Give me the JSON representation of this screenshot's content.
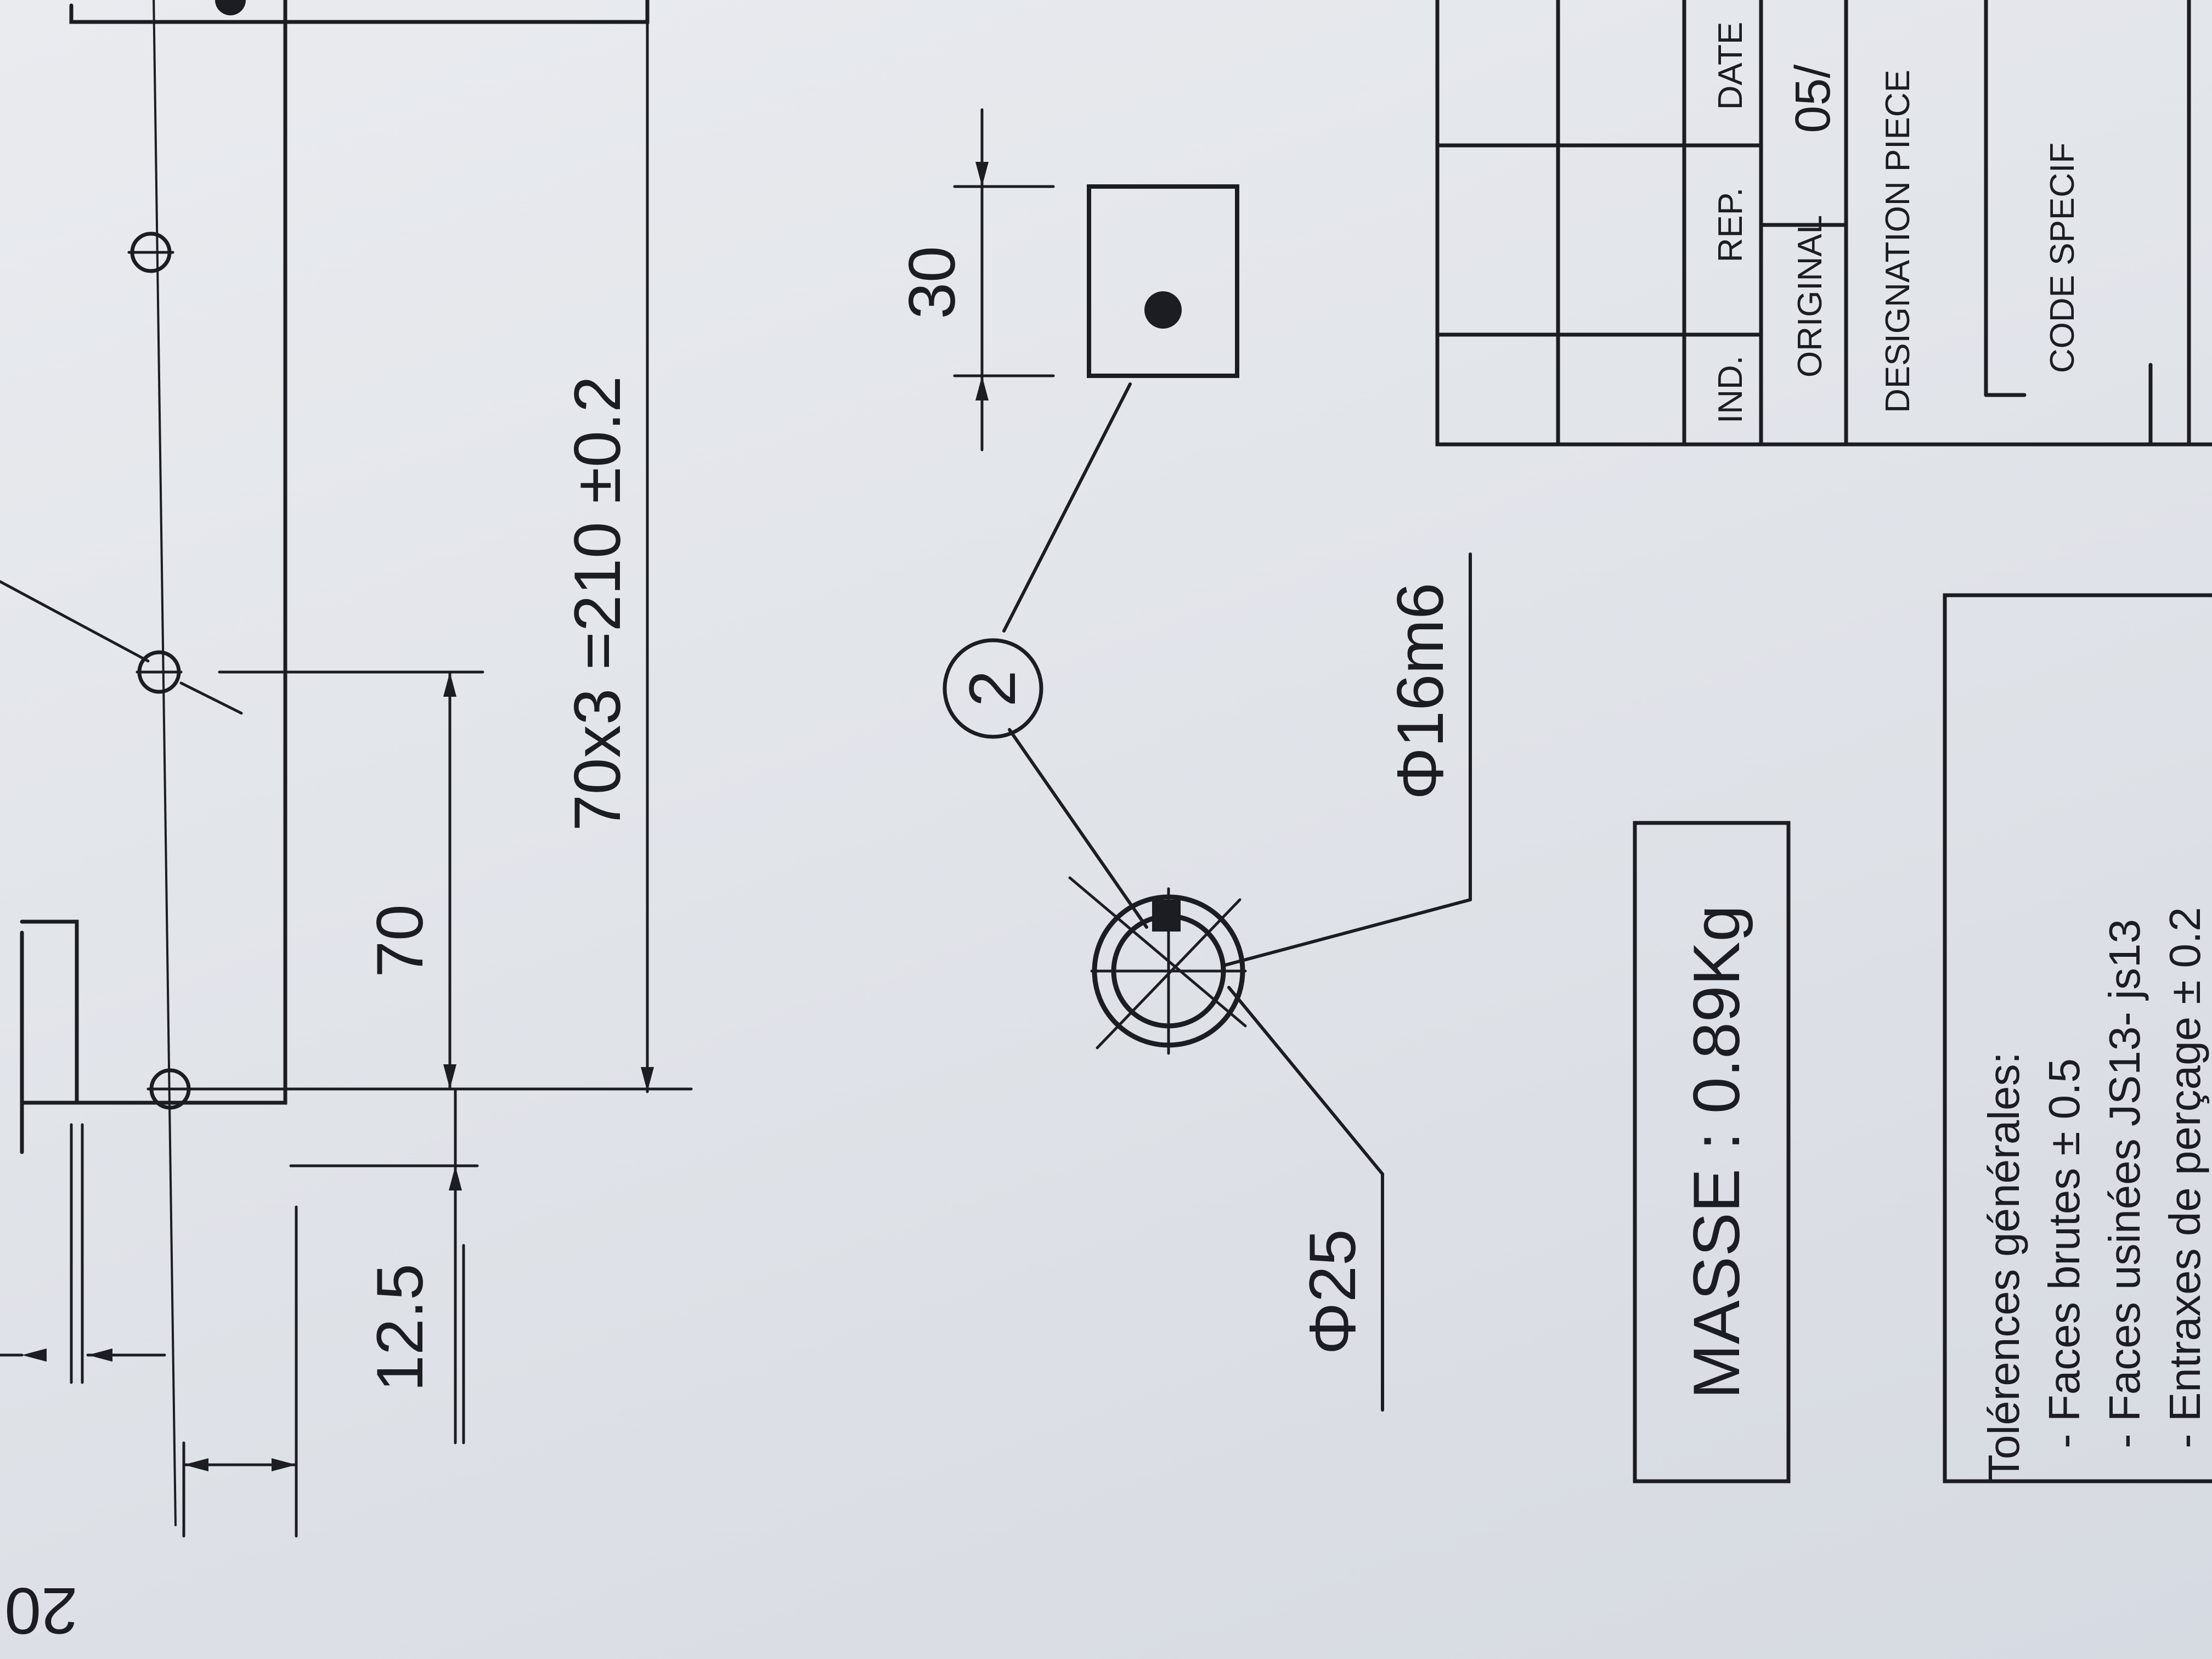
{
  "drawing": {
    "dimensions": {
      "overall_thickness": "20",
      "first_hole_offset": "12.5",
      "hole_pitch": "70",
      "pitch_total": "70x3  =210 ±0.2",
      "detail_height": "30",
      "outer_diameter": "Φ25",
      "shaft_fit": "Φ16m6"
    },
    "balloon": "2",
    "masse": "MASSE : 0.89Kg",
    "tolerances": {
      "title": "Tolérences générales:",
      "lines": [
        "- Faces brutes ± 0.5",
        "- Faces usinées JS13- js13",
        "- Entraxes de perçage ± 0.2"
      ]
    },
    "title_block": {
      "ind_label": "IND.",
      "rep_label": "REP.",
      "date_label": "DATE",
      "original_label": "ORIGINAL",
      "original_date": "05/",
      "designation_label": "DESIGNATION PIECE",
      "code_label": "CODE SPECIF"
    }
  },
  "colors": {
    "ink": "#1b1d22",
    "paper": "#e6e8ec"
  }
}
